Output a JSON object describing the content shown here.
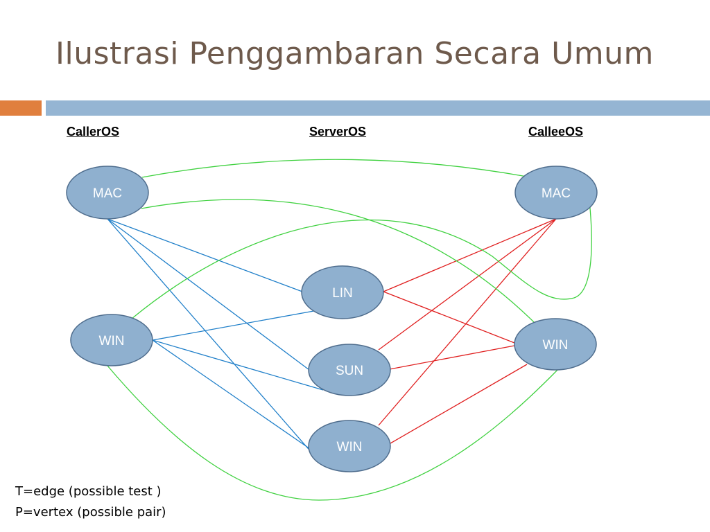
{
  "slide": {
    "title": "Ilustrasi Penggambaran Secara Umum"
  },
  "columns": {
    "caller": "CallerOS",
    "server": "ServerOS",
    "callee": "CalleeOS"
  },
  "nodes": {
    "caller_mac": "MAC",
    "caller_win": "WIN",
    "server_lin": "LIN",
    "server_sun": "SUN",
    "server_win": "WIN",
    "callee_mac": "MAC",
    "callee_win": "WIN"
  },
  "legend": {
    "edge": "T=edge (possible test )",
    "vertex": "P=vertex (possible pair)"
  },
  "colors": {
    "title": "#6e5a4c",
    "node_fill": "#8fb0cf",
    "node_stroke": "#4f6d8d",
    "blue_edge": "#1f7fc9",
    "red_edge": "#e01f1f",
    "green_edge": "#3fd13f",
    "accent_orange": "#e07f3e",
    "accent_blue": "#95b5d3"
  }
}
